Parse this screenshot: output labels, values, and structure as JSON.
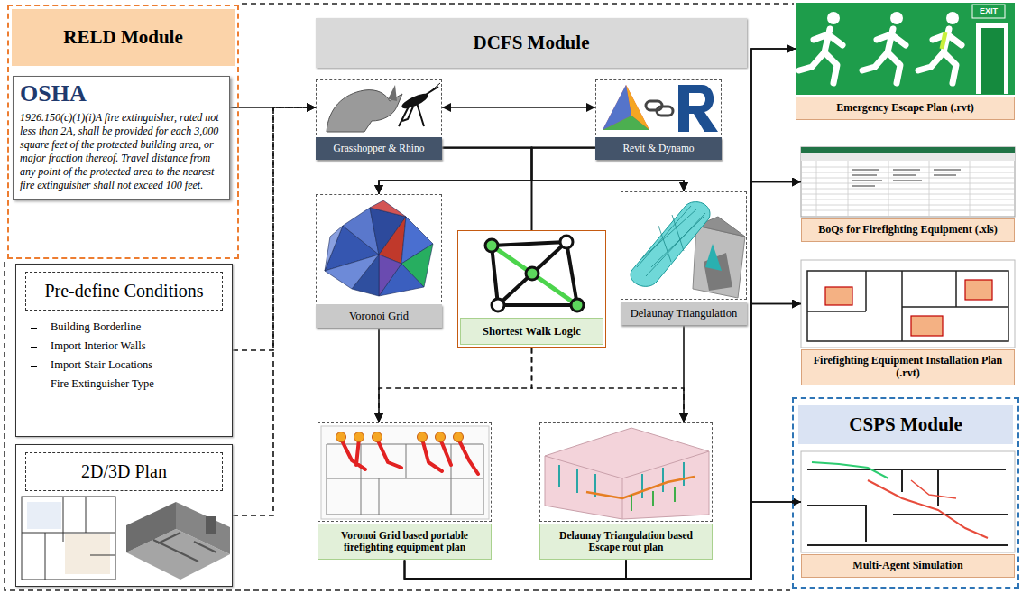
{
  "diagram": {
    "nodes": [
      {
        "text": [
          "RELD Module"
        ]
      },
      {
        "text": [
          "OSHA",
          "1926.150(c)(1)(i)A fire extinguisher, rated not less than 2A, shall be provided for each 3,000 square feet of the protected building area, or major fraction thereof. Travel distance from any point of the protected area to the nearest fire extinguisher shall not exceed 100 feet."
        ],
        "in": 0
      },
      {
        "text": [
          "Pre-define Conditions",
          "Building Borderline",
          "Import Interior Walls",
          "Import Stair Locations",
          "Fire Extinguisher Type"
        ]
      },
      {
        "text": [
          "2D/3D Plan"
        ]
      },
      {
        "text": [
          "DCFS Module"
        ]
      },
      {
        "text": [
          "Grasshopper & Rhino"
        ]
      },
      {
        "text": [
          "Revit & Dynamo"
        ]
      },
      {
        "text": [
          "Voronoi Grid"
        ]
      },
      {
        "text": [
          "Shortest Walk Logic"
        ]
      },
      {
        "text": [
          "Delaunay Triangulation"
        ]
      },
      {
        "text": [
          "Voronoi Grid based portable firefighting equipment plan"
        ]
      },
      {
        "text": [
          "Delaunay Triangulation based Escape rout plan"
        ]
      },
      {
        "text": [
          "Emergency Escape Plan (.rvt)"
        ]
      },
      {
        "text": [
          "BoQs for Firefighting Equipment (.xls)"
        ]
      },
      {
        "text": [
          "Firefighting Equipment Installation Plan (.rvt)"
        ]
      },
      {
        "text": [
          "CSPS Module"
        ]
      },
      {
        "text": [
          "Multi-Agent Simulation"
        ],
        "in": 15
      }
    ],
    "edges": [
      {
        "from": 1,
        "to": 5,
        "arrow": "to"
      },
      {
        "from": 2,
        "to": 5,
        "arrow": "to"
      },
      {
        "from": 3,
        "to": 5,
        "arrow": "to"
      },
      {
        "from": 5,
        "to": 6,
        "arrow": "both"
      },
      {
        "from": 5,
        "to": 7,
        "arrow": "to"
      },
      {
        "from": 5,
        "to": 8,
        "arrow": "none"
      },
      {
        "from": 5,
        "to": 9,
        "arrow": "to"
      },
      {
        "from": 6,
        "to": 7,
        "arrow": "to"
      },
      {
        "from": 6,
        "to": 8,
        "arrow": "none"
      },
      {
        "from": 6,
        "to": 9,
        "arrow": "to"
      },
      {
        "from": 7,
        "to": 10,
        "arrow": "to"
      },
      {
        "from": 8,
        "to": 10,
        "arrow": "to"
      },
      {
        "from": 8,
        "to": 11,
        "arrow": "to"
      },
      {
        "from": 9,
        "to": 11,
        "arrow": "to"
      },
      {
        "from": 10,
        "to": 12,
        "arrow": "to"
      },
      {
        "from": 10,
        "to": 13,
        "arrow": "to"
      },
      {
        "from": 10,
        "to": 14,
        "arrow": "to"
      },
      {
        "from": 10,
        "to": 16,
        "arrow": "to"
      },
      {
        "from": 11,
        "to": 12,
        "arrow": "to"
      },
      {
        "from": 11,
        "to": 13,
        "arrow": "to"
      },
      {
        "from": 11,
        "to": 14,
        "arrow": "to"
      },
      {
        "from": 11,
        "to": 16,
        "arrow": "to"
      }
    ],
    "labels": [
      "EXIT"
    ]
  }
}
